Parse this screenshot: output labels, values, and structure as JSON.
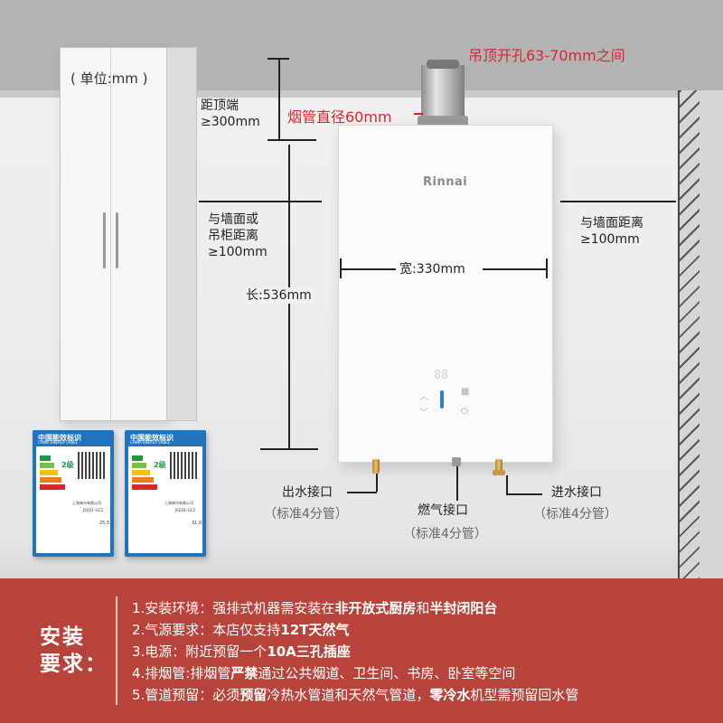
{
  "unit_note": "( 单位:mm )",
  "ceiling_hole": "吊顶开孔63-70mm之间",
  "flue_diameter": "烟管直径60mm",
  "top_clearance": [
    "距顶端",
    "≥300mm"
  ],
  "left_clearance": [
    "与墙面或",
    "吊柜距离",
    "≥100mm"
  ],
  "right_clearance": [
    "与墙面距离",
    "≥100mm"
  ],
  "width_label": "宽:330mm",
  "height_label": "长:536mm",
  "brand": "Rinnai",
  "display_digits": "88",
  "connectors": {
    "water_out": {
      "name": "出水接口",
      "spec": "（标准4分管）"
    },
    "gas": {
      "name": "燃气接口",
      "spec": "（标准4分管）"
    },
    "water_in": {
      "name": "进水接口",
      "spec": "（标准4分管）"
    }
  },
  "energy_labels": [
    {
      "title": "中国能效标识",
      "subtitle": "CHINA ENERGY LABEL",
      "grade": "2级",
      "maker": "上海林内有限公司",
      "model": "JSQ31-GC2",
      "value": "25.5"
    },
    {
      "title": "中国能效标识",
      "subtitle": "CHINA ENERGY LABEL",
      "grade": "2级",
      "maker": "上海林内有限公司",
      "model": "JSQ31-GC2",
      "value": "31.0"
    }
  ],
  "requirements": {
    "title_line1": "安装",
    "title_line2": "要求：",
    "items": [
      {
        "prefix": "1.安装环境：强排式机器需安装在",
        "bold1": "非开放式厨房",
        "mid": "和",
        "bold2": "半封闭阳台",
        "suffix": ""
      },
      {
        "prefix": "2.气源要求：本店仅支持",
        "bold1": "12T天然气",
        "mid": "",
        "bold2": "",
        "suffix": ""
      },
      {
        "prefix": "3.电源：附近预留一个",
        "bold1": "10A三孔插座",
        "mid": "",
        "bold2": "",
        "suffix": ""
      },
      {
        "prefix": "4.排烟管:排烟管",
        "bold1": "严禁",
        "mid": "通过公共烟道、卫生间、书房、卧室等空间",
        "bold2": "",
        "suffix": ""
      },
      {
        "prefix": "5.管道预留：必须",
        "bold1": "预留",
        "mid": "冷热水管道和天然气管道，",
        "bold2": "零冷水",
        "suffix": "机型需预留回水管"
      }
    ]
  },
  "colors": {
    "accent_red": "#d7282f",
    "bottom_band": "#b8433a",
    "label_blue": "#1f74bd"
  }
}
